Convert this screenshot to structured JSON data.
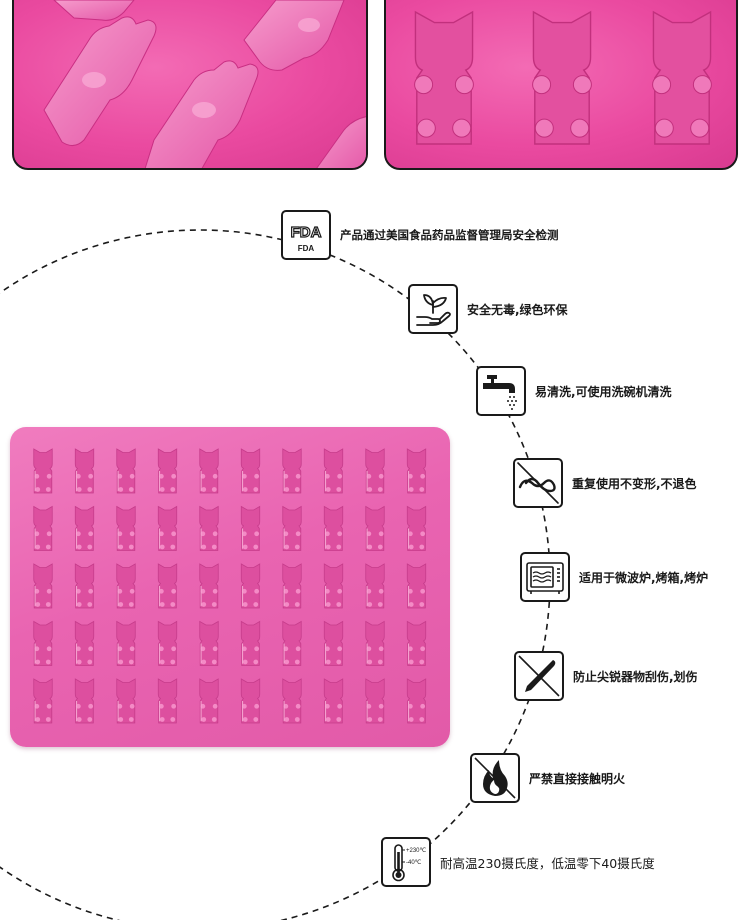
{
  "features": [
    {
      "icon": "fda-icon",
      "fda_logo_text": "FDA",
      "fda_sub_text": "FDA",
      "label": "产品通过美国食品药品监督管理局安全检测"
    },
    {
      "icon": "plant-hand-icon",
      "label": "安全无毒,绿色环保"
    },
    {
      "icon": "faucet-icon",
      "label": "易清洗,可使用洗碗机清洗"
    },
    {
      "icon": "no-deform-icon",
      "label": "重复使用不变形,不退色"
    },
    {
      "icon": "microwave-icon",
      "label": "适用于微波炉,烤箱,烤炉"
    },
    {
      "icon": "no-knife-icon",
      "label": "防止尖锐器物刮伤,划伤"
    },
    {
      "icon": "no-fire-icon",
      "label": "严禁直接接触明火"
    },
    {
      "icon": "thermometer-icon",
      "temp_high": "+230℃",
      "temp_low": "-40℃",
      "label": "耐高温230摄氏度，低温零下40摄氏度"
    }
  ],
  "colors": {
    "silicone_pink": "#e964b1",
    "photo_pink": "#ea4aa0",
    "outline": "#1a1a1a"
  },
  "tray": {
    "rows": 5,
    "columns": 10
  }
}
